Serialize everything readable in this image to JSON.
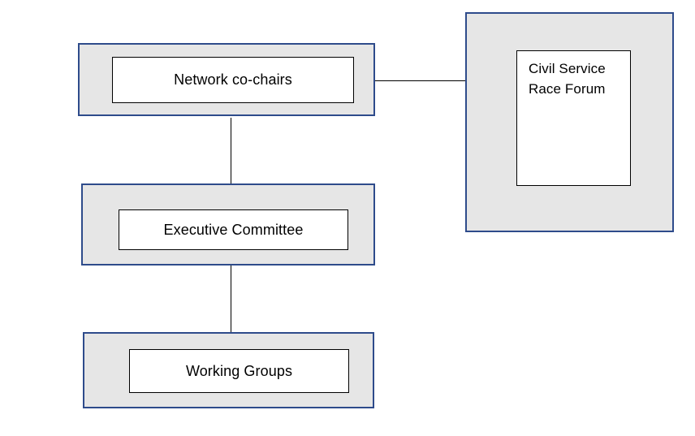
{
  "diagram": {
    "type": "organisational-hierarchy",
    "background_color": "#ffffff",
    "group_fill_color": "#e6e6e6",
    "group_border_color": "#2e4b8b",
    "label_fill_color": "#ffffff",
    "label_border_color": "#000000",
    "connector_color": "#000000",
    "nodes": [
      {
        "id": "network",
        "label": "Network co-chairs"
      },
      {
        "id": "executive",
        "label": "Executive Committee"
      },
      {
        "id": "working",
        "label": "Working Groups"
      },
      {
        "id": "forum",
        "label": "Civil Service\nRace Forum"
      }
    ],
    "connectors": [
      {
        "id": "network-forum",
        "from": "network",
        "to": "forum",
        "orientation": "horizontal"
      },
      {
        "id": "network-exec",
        "from": "network",
        "to": "executive",
        "orientation": "vertical"
      },
      {
        "id": "exec-working",
        "from": "executive",
        "to": "working",
        "orientation": "vertical"
      }
    ]
  }
}
